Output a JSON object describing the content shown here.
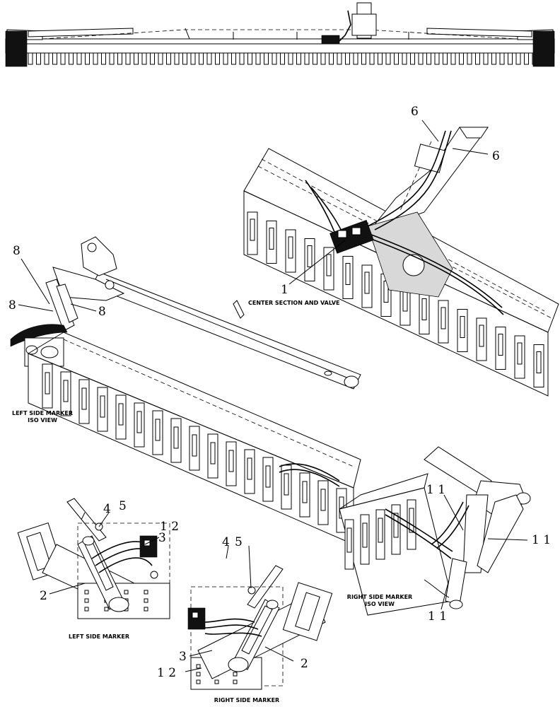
{
  "views": {
    "center": "CENTER SECTION AND VALVE",
    "left_iso_line1": "LEFT SIDE MARKER",
    "left_iso_line2": "ISO VIEW",
    "right_iso_line1": "RIGHT SIDE MARKER",
    "right_iso_line2": "ISO VIEW",
    "left_marker": "LEFT SIDE MARKER",
    "right_marker": "RIGHT SIDE MARKER"
  },
  "callouts": {
    "c6a": "6",
    "c6b": "6",
    "c1": "1",
    "c8a": "8",
    "c8b": "8",
    "c8c": "8",
    "c4l": "4",
    "c5l": "5",
    "c12l": "1 2",
    "c3l": "3",
    "c2l": "2",
    "c4r": "4",
    "c5r": "5",
    "c3r": "3",
    "c12r": "1 2",
    "c2r": "2",
    "c11a": "1 1",
    "c11b": "1 1",
    "c11c": "1 1"
  }
}
